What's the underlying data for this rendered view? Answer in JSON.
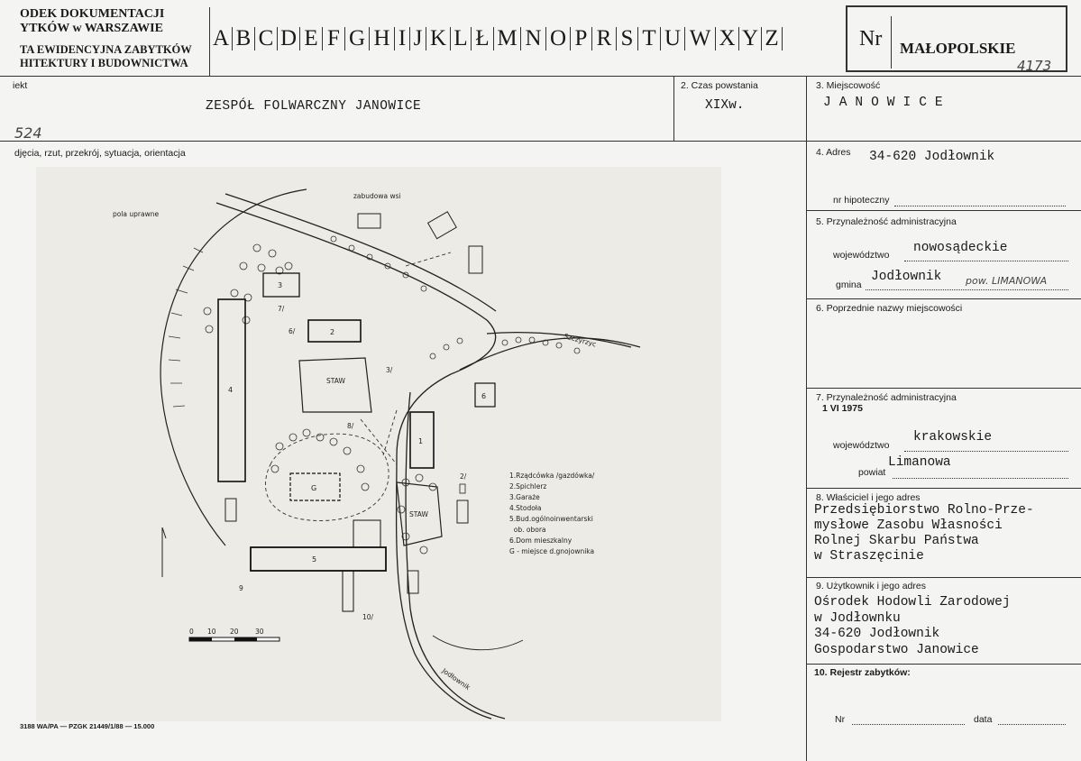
{
  "header": {
    "institution_lines": [
      "ODEK DOKUMENTACJI",
      "YTKÓW w WARSZAWIE",
      "TA EWIDENCYJNA ZABYTKÓW",
      "HITEKTURY I BUDOWNICTWA"
    ],
    "letters": [
      "A",
      "B",
      "C",
      "D",
      "E",
      "F",
      "G",
      "H",
      "I",
      "J",
      "K",
      "L",
      "Ł",
      "M",
      "N",
      "O",
      "P",
      "R",
      "S",
      "T",
      "U",
      "W",
      "X",
      "Y",
      "Z"
    ],
    "nr_label": "Nr",
    "region": "MAŁOPOLSKIE",
    "register_number": "4173"
  },
  "row1": {
    "object_label": "iekt",
    "object_value": "ZESPÓŁ FOLWARCZNY JANOWICE",
    "period_label": "2. Czas powstania",
    "period_value": "XIXw.",
    "place_label": "3. Miejscowość",
    "place_value": "JANOWICE"
  },
  "photo_section": {
    "number_handwritten": "524",
    "label": "djęcia, rzut, przekrój, sytuacja, orientacja"
  },
  "fields": {
    "f4_label": "4. Adres",
    "f4_value": "34-620 Jodłownik",
    "mortgage_label": "nr hipoteczny",
    "f5_label": "5. Przynależność administracyjna",
    "f5_voiv_label": "województwo",
    "f5_voiv_value": "nowosądeckie",
    "f5_gmina_label": "gmina",
    "f5_gmina_value": "Jodłownik",
    "f5_gmina_note": "pow. LIMANOWA",
    "f6_label": "6. Poprzednie nazwy miejscowości",
    "f7_label": "7. Przynależność administracyjna",
    "f7_date": "1 VI 1975",
    "f7_voiv_label": "województwo",
    "f7_voiv_value": "krakowskie",
    "f7_powiat_label": "powiat",
    "f7_powiat_value": "Limanowa",
    "f8_label": "8. Właściciel i jego adres",
    "f8_lines": [
      "Przedsiębiorstwo Rolno-Prze-",
      "mysłowe Zasobu Własności",
      "Rolnej Skarbu Państwa",
      "w Straszęcinie"
    ],
    "f9_label": "9. Użytkownik i jego adres",
    "f9_lines": [
      "Ośrodek Hodowli Zarodowej",
      "w Jodłownku",
      "34-620 Jodłownik",
      "Gospodarstwo Janowice"
    ],
    "f10_label": "10. Rejestr zabytków:",
    "nr_label": "Nr",
    "data_label": "data"
  },
  "footer": {
    "print_info": "3188 WA/PA — PZGK 21449/1/88 — 15.000"
  },
  "map": {
    "labels": {
      "fields": "pola uprawne",
      "village": "zabudowa wsi",
      "pond": "STAW",
      "road_north": "Szczyrzyc",
      "road_south": "Jodłownik"
    },
    "building_numbers": [
      "1",
      "2",
      "3",
      "4",
      "5",
      "6",
      "G"
    ],
    "legend": [
      "1.Rządcówka /gazdówka/",
      "2.Spichlerz",
      "3.Garaże",
      "4.Stodoła",
      "5.Bud.ogólnoinwentarski",
      "  ob. obora",
      "6.Dom mieszkalny",
      "G - miejsce d.gnojownika"
    ],
    "scale_ticks": [
      "0",
      "10",
      "20",
      "30"
    ],
    "photo_marks": [
      "6/",
      "7/",
      "3/",
      "2/",
      "8/",
      "9",
      "10/"
    ]
  }
}
